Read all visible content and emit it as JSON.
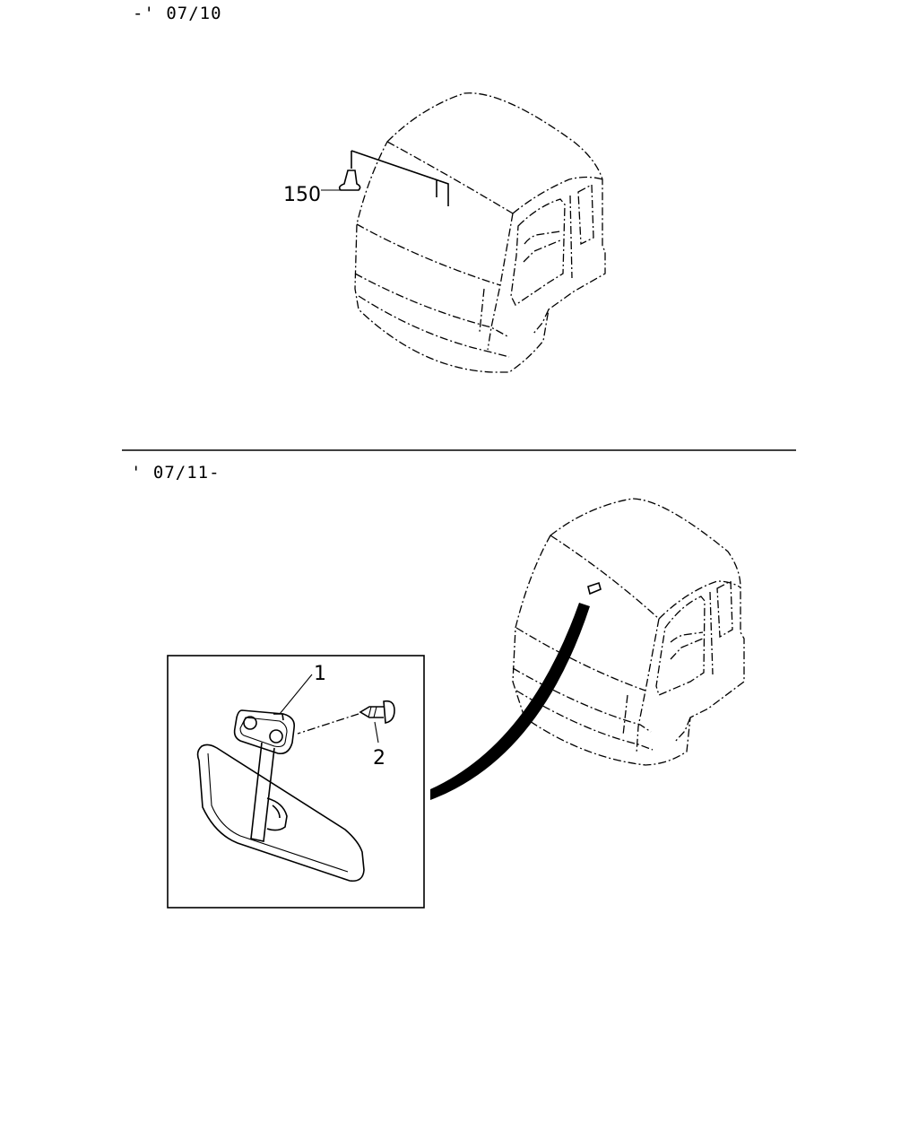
{
  "sections": {
    "top": {
      "date_range": "-' 07/10"
    },
    "bottom": {
      "date_range": "' 07/11-"
    }
  },
  "callouts": {
    "part_150": "150",
    "part_1": "1",
    "part_2": "2"
  },
  "colors": {
    "line": "#000000",
    "background": "#ffffff"
  }
}
